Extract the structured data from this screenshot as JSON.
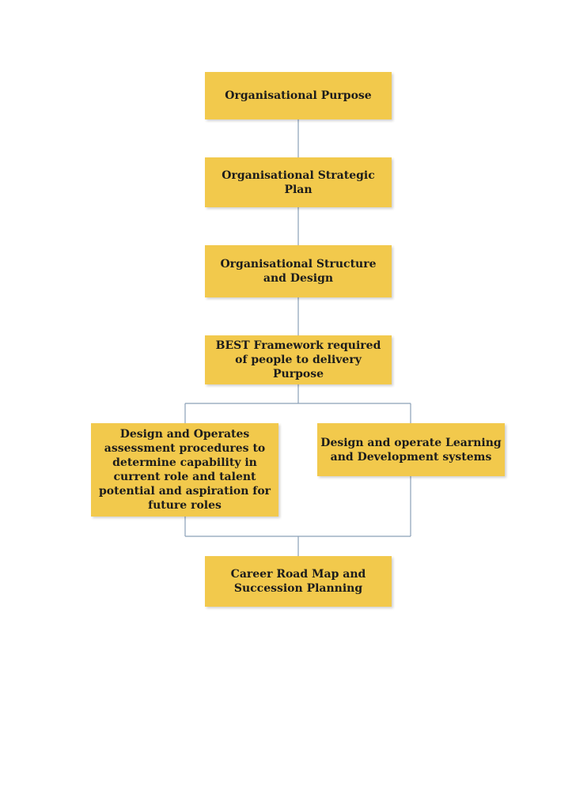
{
  "colors": {
    "box_fill": "#f2c94c",
    "connector": "#8aa0b8",
    "text": "#1c1c1c"
  },
  "nodes": {
    "purpose": "Organisational Purpose",
    "strategic_plan": "Organisational Strategic Plan",
    "structure": "Organisational Structure and Design",
    "best_framework": "BEST Framework required of people to delivery Purpose",
    "assessment": "Design and Operates assessment procedures to determine capability in current role and talent potential and aspiration for future roles",
    "learning": "Design and operate Learning and Development systems",
    "career": "Career Road Map and Succession Planning"
  }
}
